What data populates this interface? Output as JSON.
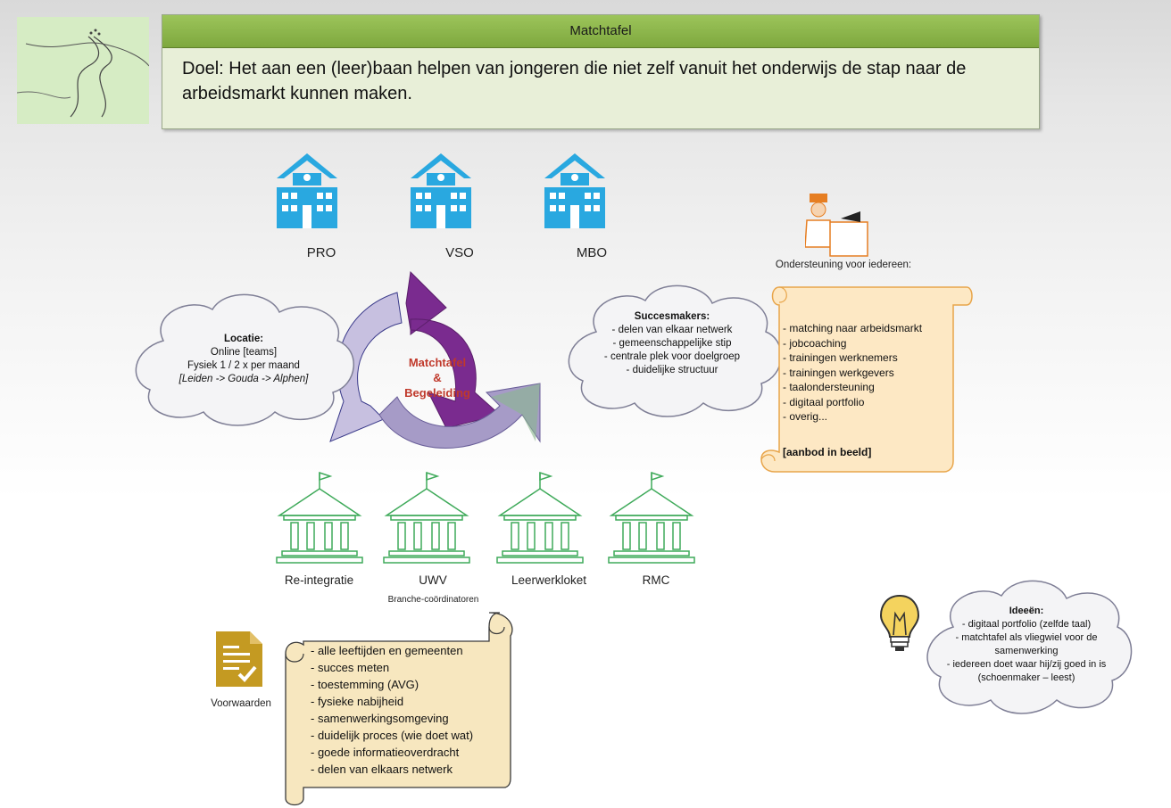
{
  "header": {
    "title": "Matchtafel",
    "goal": "Doel: Het aan een (leer)baan helpen van jongeren die niet zelf vanuit het onderwijs de stap naar de arbeidsmarkt kunnen maken."
  },
  "schools": [
    "PRO",
    "VSO",
    "MBO"
  ],
  "cycle": {
    "line1": "Matchtafel",
    "line2": "&",
    "line3": "Begeleiding"
  },
  "location": {
    "title": "Locatie:",
    "line1": "Online [teams]",
    "line2": "Fysiek 1 / 2 x per maand",
    "line3": "[Leiden -> Gouda -> Alphen]"
  },
  "succesmakers": {
    "title": "Succesmakers:",
    "items": [
      "- delen van elkaar netwerk",
      "- gemeenschappelijke stip",
      "- centrale plek voor doelgroep",
      "- duidelijke structuur"
    ]
  },
  "support": {
    "heading": "Ondersteuning voor iedereen:",
    "items": [
      "- matching naar arbeidsmarkt",
      "- jobcoaching",
      "- trainingen werknemers",
      "- trainingen werkgevers",
      "- taalondersteuning",
      "- digitaal portfolio",
      "- overig..."
    ],
    "footer": "[aanbod in beeld]"
  },
  "partners": [
    "Re-integratie",
    "UWV",
    "Leerwerkloket",
    "RMC"
  ],
  "partner_sub": "Branche-coördinatoren",
  "conditions": {
    "label": "Voorwaarden",
    "items": [
      "- alle leeftijden en gemeenten",
      "- succes meten",
      "- toestemming (AVG)",
      "- fysieke nabijheid",
      "- samenwerkingsomgeving",
      "- duidelijk proces (wie doet wat)",
      "- goede informatieoverdracht",
      "- delen van elkaars netwerk"
    ]
  },
  "ideas": {
    "title": "Ideeën:",
    "items": [
      "- digitaal portfolio (zelfde taal)",
      "- matchtafel als vliegwiel voor de",
      "samenwerking",
      "- iedereen doet waar hij/zij goed in is",
      "(schoenmaker – leest)"
    ]
  },
  "colors": {
    "school_blue": "#29a8e0",
    "partner_green": "#3faa5a",
    "purple_dark": "#7a2b8f",
    "purple_light": "#a69bc7",
    "red_text": "#c0392b",
    "scroll_fill": "#f7e7bf",
    "doc_icon": "#c49a22"
  },
  "icons": [
    "road-icon",
    "school-building-icon",
    "government-building-icon",
    "cycle-arrows-icon",
    "presenter-icon",
    "document-check-icon",
    "lightbulb-icon",
    "cloud-shape",
    "scroll-shape"
  ]
}
